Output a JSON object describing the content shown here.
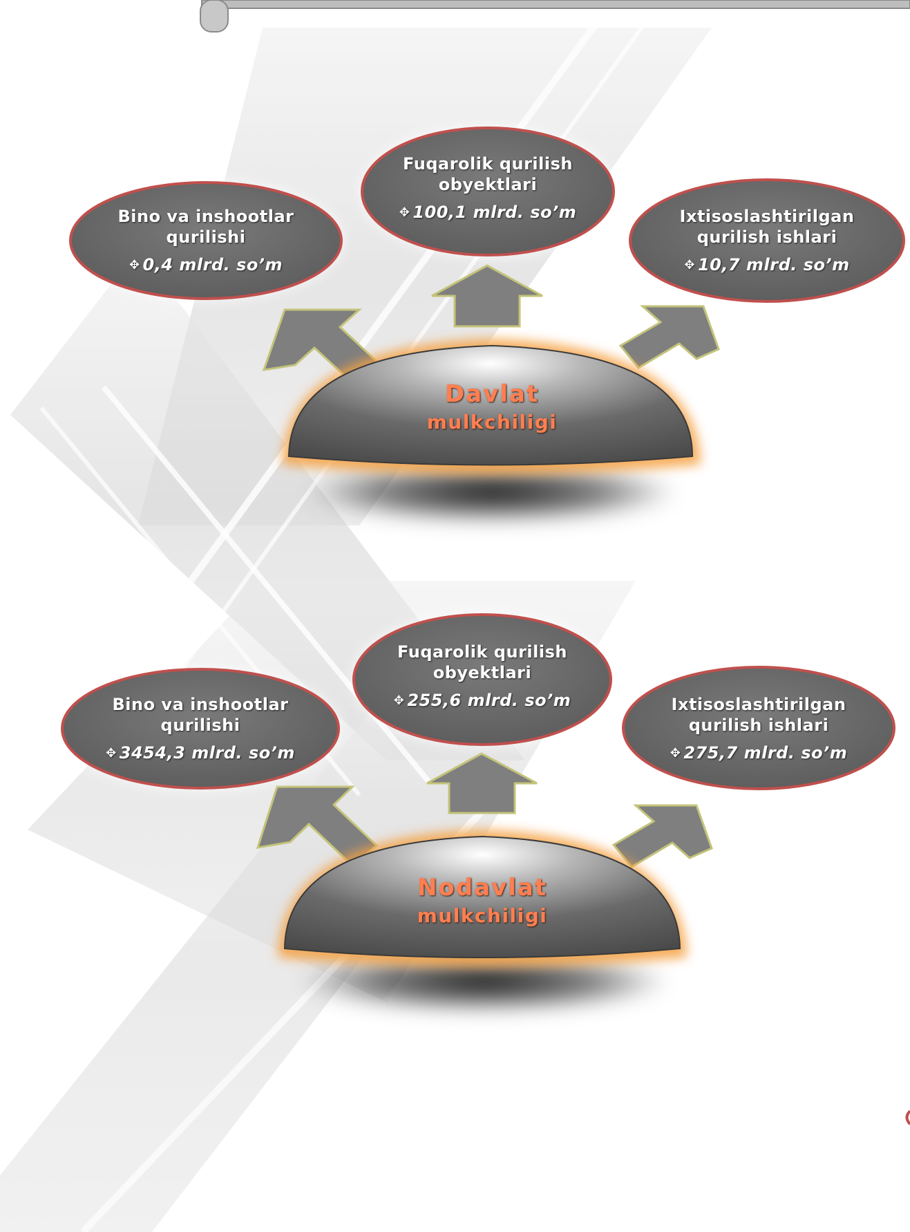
{
  "groups": [
    {
      "name": "Davlat mulkchiligi",
      "title_line1": "Davlat",
      "title_line2": "mulkchiligi",
      "items": [
        {
          "line1": "Bino va inshootlar",
          "line2": "qurilishi",
          "value": "0,4 mlrd. so’m"
        },
        {
          "line1": "Fuqarolik qurilish",
          "line2": "obyektlari",
          "value": "100,1 mlrd. so’m"
        },
        {
          "line1": "Ixtisoslashtirilgan",
          "line2": "qurilish ishlari",
          "value": "10,7 mlrd. so’m"
        }
      ]
    },
    {
      "name": "Nodavlat mulkchiligi",
      "title_line1": "Nodavlat",
      "title_line2": "mulkchiligi",
      "items": [
        {
          "line1": "Bino va inshootlar",
          "line2": "qurilishi",
          "value": "3454,3 mlrd. so’m"
        },
        {
          "line1": "Fuqarolik qurilish",
          "line2": "obyektlari",
          "value": "255,6 mlrd. so’m"
        },
        {
          "line1": "Ixtisoslashtirilgan",
          "line2": "qurilish ishlari",
          "value": "275,7 mlrd. so’m"
        }
      ]
    }
  ],
  "colors": {
    "ellipse_fill": "#6e6e6e",
    "ellipse_border": "#c0504d",
    "arrow_fill": "#7f7f7f",
    "arrow_border": "#c3c37a",
    "dome_text": "#ff7f50",
    "dome_glow": "#f5a142"
  }
}
